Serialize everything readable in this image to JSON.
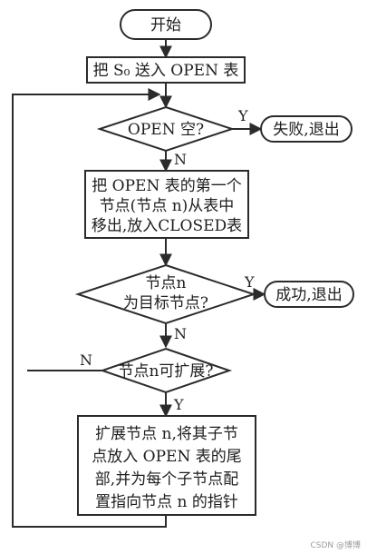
{
  "flowchart": {
    "start": "开始",
    "step1": "把 S₀ 送入 OPEN 表",
    "decision_empty": "OPEN 空?",
    "fail_exit": "失败,退出",
    "step2_lines": [
      "把 OPEN 表的第一个",
      "节点(节点 n)从表中",
      "移出,放入CLOSED表"
    ],
    "decision_goal_lines": [
      "节点n",
      "为目标节点?"
    ],
    "success_exit": "成功,退出",
    "decision_expand": "节点n可扩展?",
    "step3_lines": [
      "扩展节点 n,将其子节",
      "点放入 OPEN 表的尾",
      "部,并为每个子节点配",
      "置指向节点 n 的指针"
    ],
    "yes_label": "Y",
    "no_label": "N"
  },
  "watermark": "CSDN @博博"
}
